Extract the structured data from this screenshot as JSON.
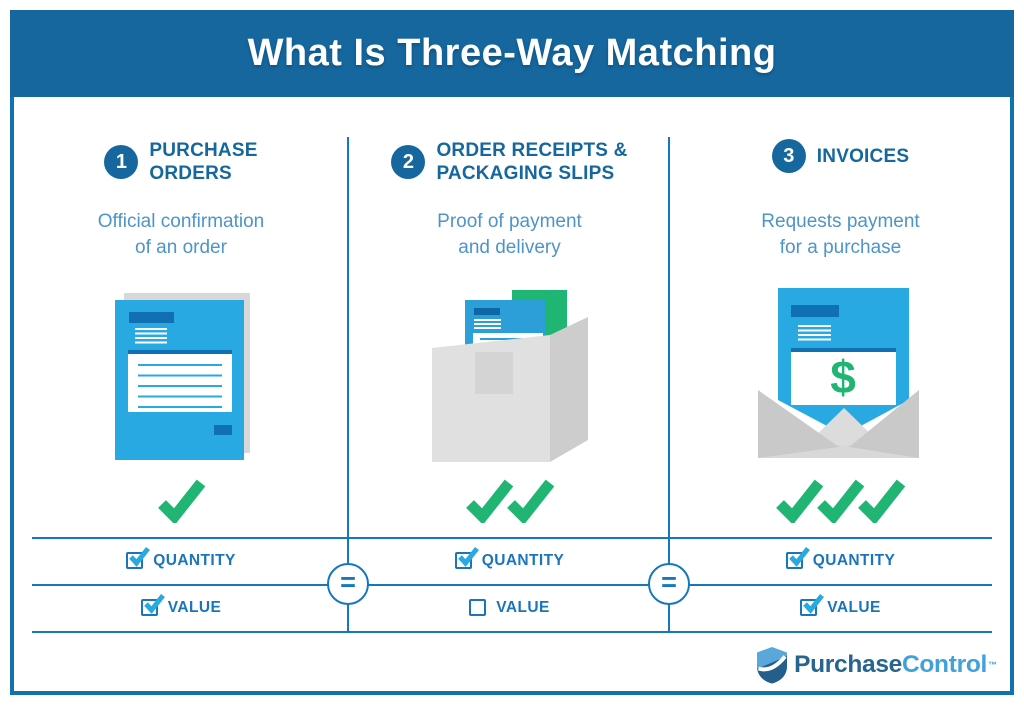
{
  "banner": {
    "title": "What Is Three-Way Matching"
  },
  "columns": [
    {
      "number": "1",
      "title_lines": [
        "PURCHASE",
        "ORDERS"
      ],
      "subtitle_lines": [
        "Official confirmation",
        "of an order"
      ],
      "illustration": "purchase-order-document-icon",
      "check_count": 1,
      "rows": {
        "quantity": {
          "label": "QUANTITY",
          "checked": true
        },
        "value": {
          "label": "VALUE",
          "checked": true
        }
      }
    },
    {
      "number": "2",
      "title_lines": [
        "ORDER RECEIPTS &",
        "PACKAGING SLIPS"
      ],
      "subtitle_lines": [
        "Proof of payment",
        "and delivery"
      ],
      "illustration": "shipping-box-receipts-icon",
      "check_count": 2,
      "rows": {
        "quantity": {
          "label": "QUANTITY",
          "checked": true
        },
        "value": {
          "label": "VALUE",
          "checked": false
        }
      }
    },
    {
      "number": "3",
      "title_lines": [
        "INVOICES"
      ],
      "subtitle_lines": [
        "Requests payment",
        "for a purchase"
      ],
      "illustration": "invoice-envelope-dollar-icon",
      "check_count": 3,
      "rows": {
        "quantity": {
          "label": "QUANTITY",
          "checked": true
        },
        "value": {
          "label": "VALUE",
          "checked": true
        }
      }
    }
  ],
  "equals_symbol": "=",
  "dollar_symbol": "$",
  "logo": {
    "name_part1": "Purchase",
    "name_part2": "Control",
    "trademark": "™"
  },
  "icons": {
    "green-checkmark-icon": "check",
    "checkbox-checked-icon": "checked box",
    "checkbox-empty-icon": "empty box",
    "purchase-order-document-icon": "blue document with lines",
    "shipping-box-receipts-icon": "gray box with green/blue/white slips",
    "invoice-envelope-dollar-icon": "blue invoice with $ in gray envelope",
    "purchasecontrol-shield-icon": "shield with check"
  },
  "colors": {
    "banner_blue": "#15679E",
    "border_blue": "#1272AE",
    "line_blue": "#1577BE",
    "label_blue": "#1B75BB",
    "subtitle_blue": "#4D94C9",
    "doc_light_blue": "#29A9E1",
    "doc_dark_blue": "#1070B2",
    "check_green": "#21B573",
    "gray_light": "#DFDFDF",
    "gray_mid": "#CDCDCD",
    "gray_dark": "#C9C9C9"
  }
}
